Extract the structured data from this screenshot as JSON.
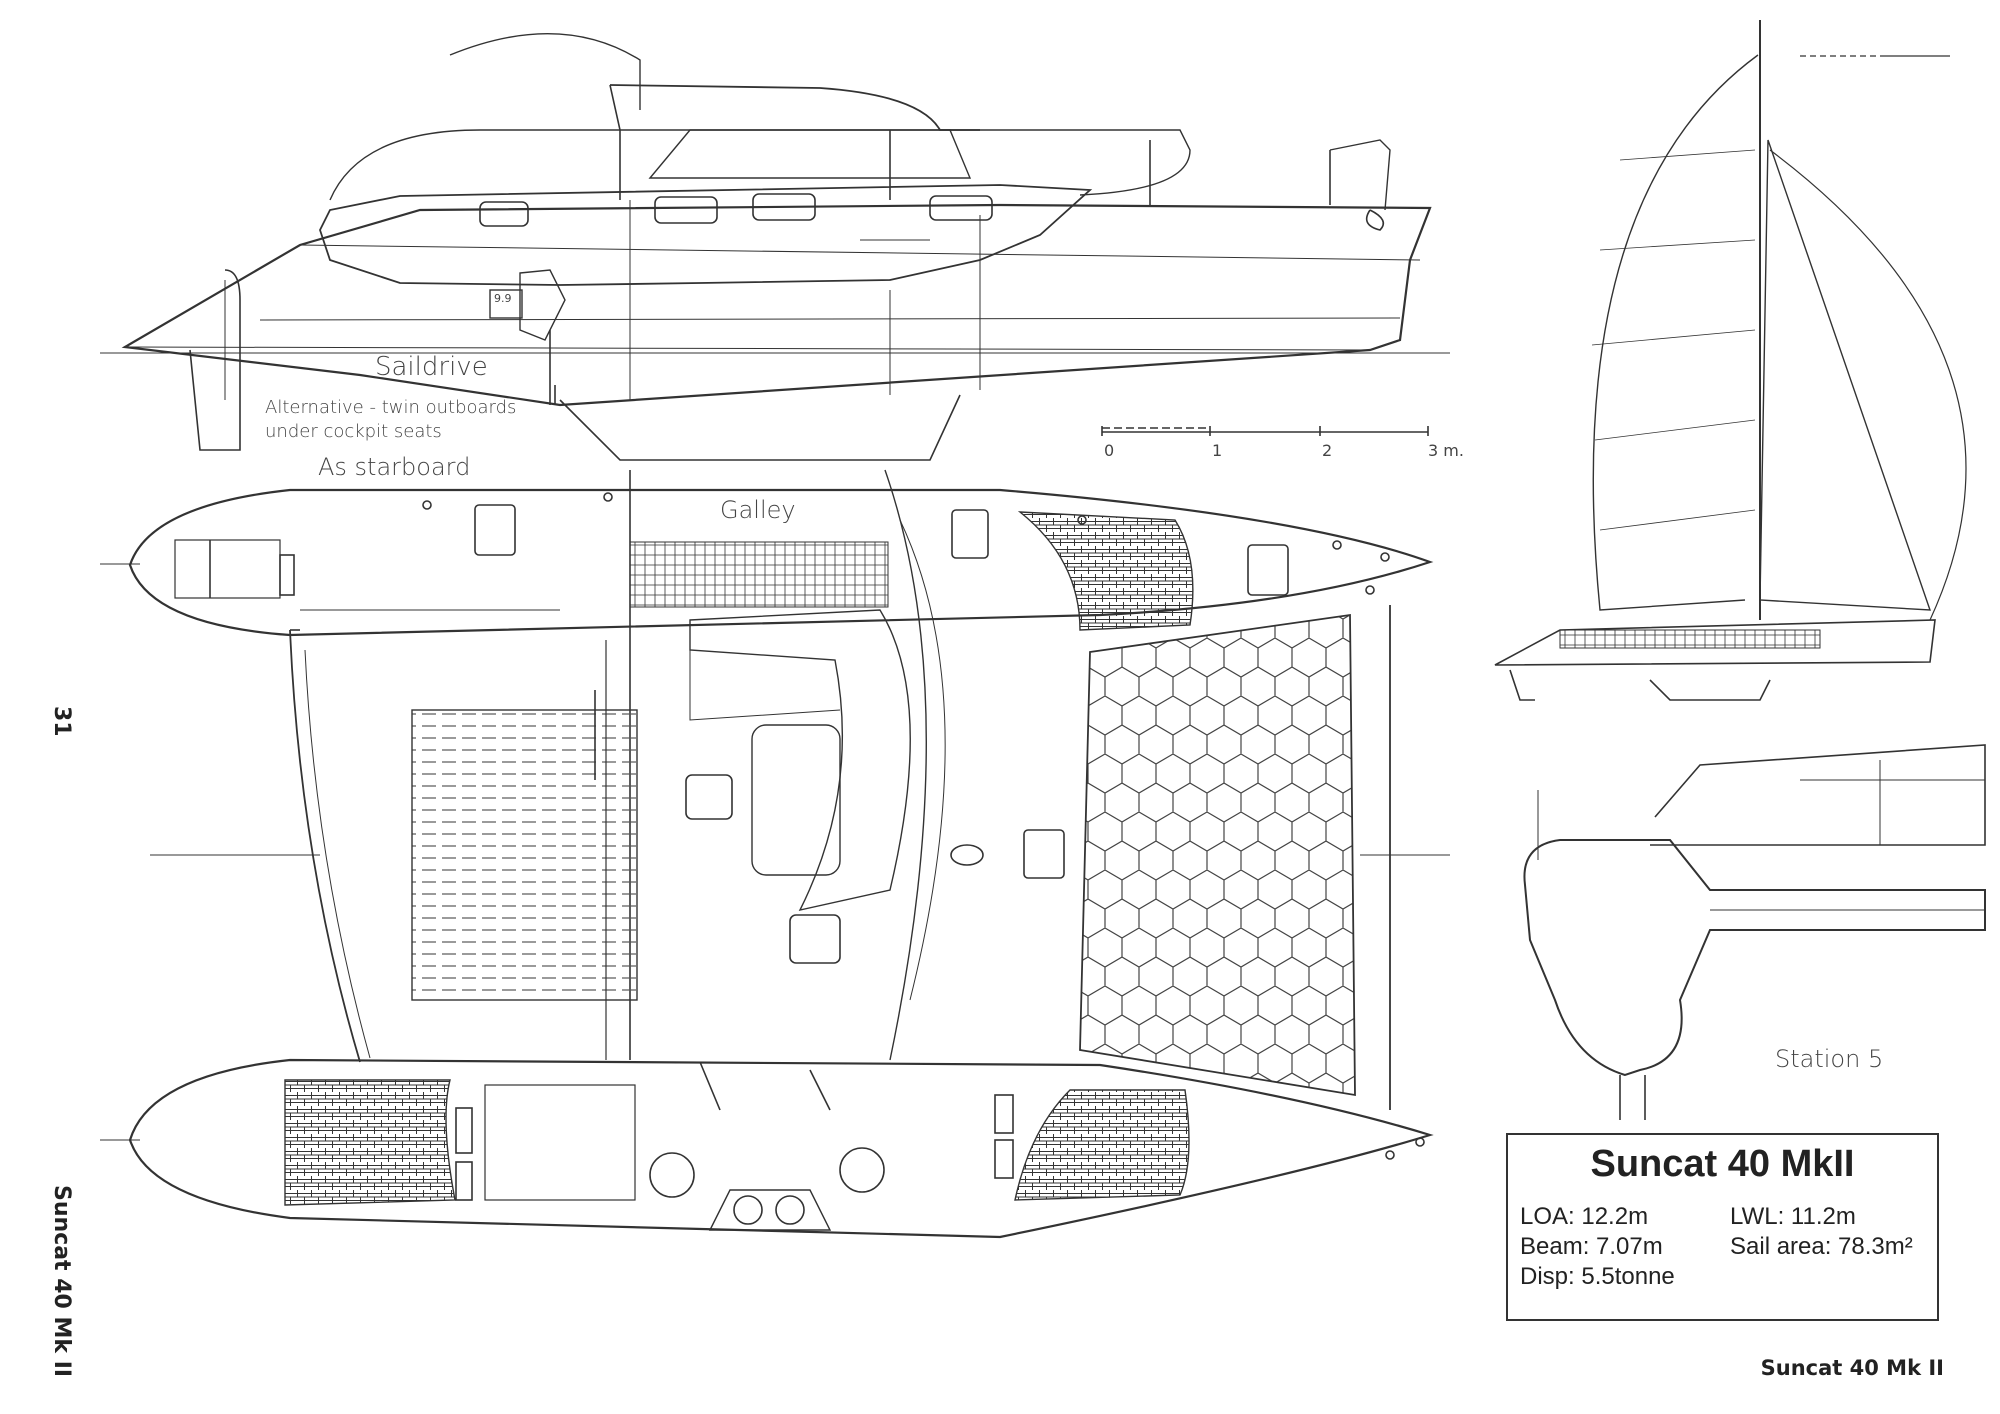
{
  "page": {
    "number": "31",
    "side_title": "Suncat 40 Mk II",
    "footer": "Suncat 40 Mk II"
  },
  "profile": {
    "saildrive_label": "Saildrive",
    "alt_label_line1": "Alternative - twin outboards",
    "alt_label_line2": "under cockpit seats",
    "engine_label": "9.9"
  },
  "scale_bar": {
    "ticks": [
      "0",
      "1",
      "2",
      "3 m."
    ]
  },
  "plan": {
    "as_starboard_label": "As starboard",
    "galley_label": "Galley"
  },
  "station": {
    "label": "Station 5"
  },
  "specs": {
    "title": "Suncat 40 MkII",
    "loa": "LOA:  12.2m",
    "lwl": "LWL: 11.2m",
    "beam": "Beam: 7.07m",
    "sail_area": "Sail area: 78.3m²",
    "disp": "Disp: 5.5tonne"
  },
  "colors": {
    "line": "#333333",
    "paper": "#ffffff"
  }
}
